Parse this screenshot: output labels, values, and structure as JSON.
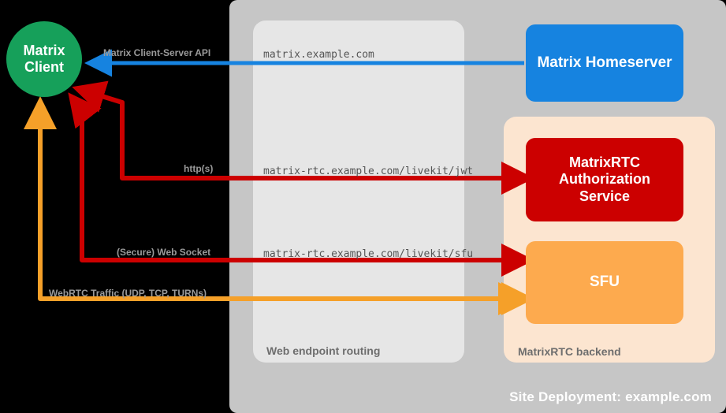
{
  "diagram": {
    "title": "MatrixRTC deployment topology",
    "background": "#000000"
  },
  "containers": {
    "site_deployment": {
      "label": "Site Deployment: example.com",
      "color": "#c6c6c6",
      "label_color": "#ffffff"
    },
    "web_routing": {
      "label": "Web endpoint routing",
      "color": "#e6e6e6",
      "label_color": "#6e6e6e"
    },
    "rtc_backend": {
      "label": "MatrixRTC backend",
      "color": "#fce5d0",
      "label_color": "#6e6e6e"
    }
  },
  "nodes": {
    "client": {
      "line1": "Matrix",
      "line2": "Client",
      "color": "#16a05a",
      "shape": "circle"
    },
    "homeserver": {
      "label": "Matrix Homeserver",
      "color": "#1683e0",
      "shape": "rounded-rect"
    },
    "auth_service": {
      "line1": "MatrixRTC",
      "line2": "Authorization",
      "line3": "Service",
      "color": "#cc0000",
      "shape": "rounded-rect"
    },
    "sfu": {
      "label": "SFU",
      "color": "#fdaa4e",
      "shape": "rounded-rect"
    }
  },
  "edges": {
    "client_server_api": {
      "protocol_label": "Matrix Client-Server API",
      "endpoint_label": "matrix.example.com",
      "color": "#1683e0"
    },
    "auth_http": {
      "protocol_label": "http(s)",
      "endpoint_label": "matrix-rtc.example.com/livekit/jwt",
      "color": "#cc0000"
    },
    "sfu_websocket": {
      "protocol_label": "(Secure) Web Socket",
      "endpoint_label": "matrix-rtc.example.com/livekit/sfu",
      "color": "#cc0000"
    },
    "webrtc_media": {
      "protocol_label": "WebRTC Traffic (UDP, TCP, TURNs)",
      "endpoint_label": "",
      "color": "#f5a029"
    }
  }
}
